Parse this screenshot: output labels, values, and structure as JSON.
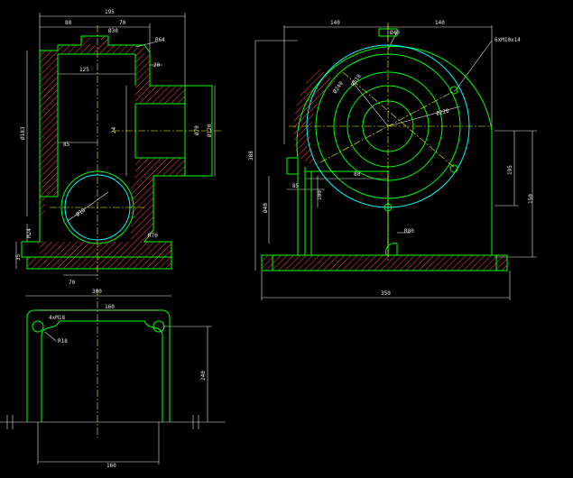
{
  "colors": {
    "background": "#000000",
    "outline": "#00ff00",
    "dimension": "#e6e6e6",
    "center": "#ffff00",
    "hatch": "#ff4040",
    "circle": "#00ffff",
    "hidden": "#ff00ff"
  },
  "dims": {
    "fv_w195": "195",
    "fv_w80": "80",
    "fv_w70": "70",
    "fv_phi30": "Ø30",
    "fv_r64": "R64",
    "fv_20": "20",
    "fv_125": "125",
    "fv_phi183": "Ø183",
    "fv_85": "85",
    "fv_24": "24",
    "fv_phi70": "Ø70",
    "fv_phi120": "Ø120",
    "fv_phi10": "Ø10",
    "fv_m24": "M24",
    "fv_35": "35",
    "fv_r70": "R70",
    "fv_70b": "70",
    "sv_140a": "140",
    "sv_140b": "140",
    "sv_phi40": "Ø40",
    "sv_holes": "6xM10x14",
    "sv_r510": "R510",
    "sv_phi240": "Ø240",
    "sv_phi220": "Ø220",
    "sv_388": "388",
    "sv_195": "195",
    "sv_150": "150",
    "sv_85": "85",
    "sv_80": "80",
    "sv_100": "100",
    "sv_phi40b": "Ø40",
    "sv_r80": "R80",
    "sv_350": "350",
    "tv_300": "300",
    "tv_160": "160",
    "tv_holes": "4xM18",
    "tv_r18": "R18",
    "tv_240": "240",
    "tv_160b": "160"
  }
}
